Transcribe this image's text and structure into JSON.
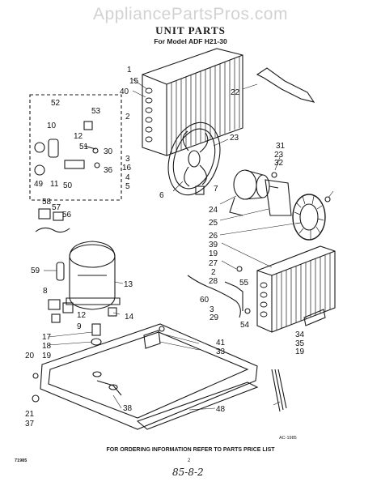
{
  "header": {
    "watermark": "AppliancePartsPros.com",
    "title": "UNIT PARTS",
    "model": "For Model ADF H21-30"
  },
  "callouts": [
    "1",
    "15",
    "40",
    "22",
    "2",
    "53",
    "52",
    "10",
    "12",
    "51",
    "30",
    "36",
    "50",
    "11",
    "49",
    "23",
    "31",
    "23",
    "32",
    "16",
    "3",
    "4",
    "5",
    "6",
    "7",
    "24",
    "25",
    "58",
    "57",
    "56",
    "26",
    "39",
    "19",
    "59",
    "13",
    "27",
    "2",
    "28",
    "55",
    "60",
    "3",
    "29",
    "54",
    "8",
    "12",
    "9",
    "14",
    "17",
    "18",
    "19",
    "41",
    "33",
    "34",
    "35",
    "19",
    "20",
    "21",
    "37",
    "38",
    "48"
  ],
  "footer": {
    "ordering_note": "FOR ORDERING INFORMATION REFER TO PARTS PRICE LIST",
    "code_left": "71985",
    "page": "2",
    "ac_code": "AC-1985",
    "handwritten": "85-8-2"
  }
}
